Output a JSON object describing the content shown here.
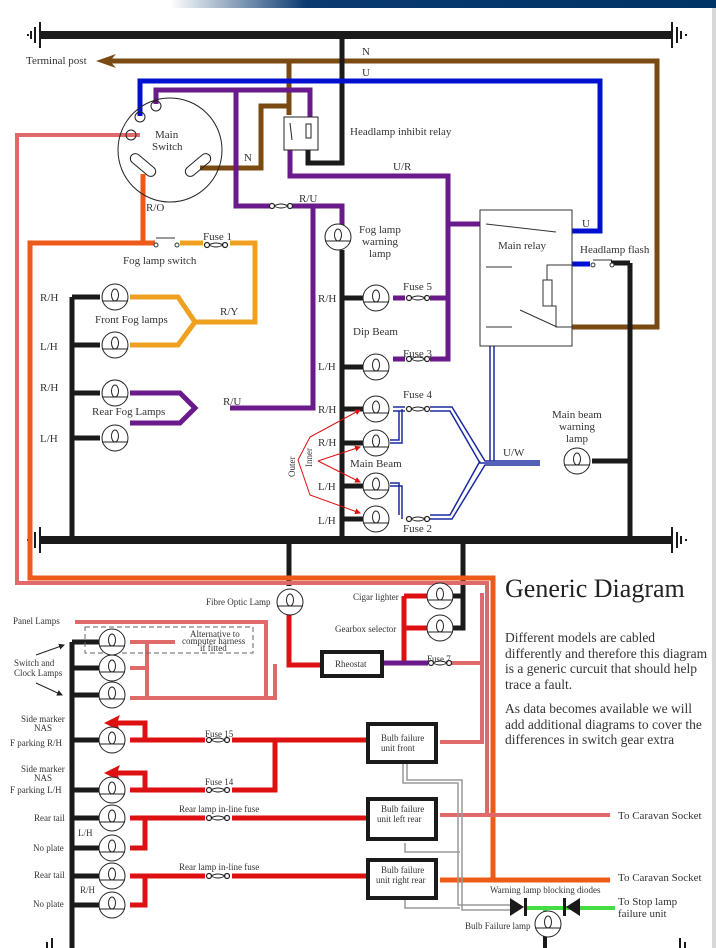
{
  "document": {
    "title": "Generic Diagram",
    "paragraphs": [
      "Different models are cabled differently and therefore this diagram is a generic curcuit that should help trace a fault.",
      "As data becomes available we will add additional diagrams to cover the differences in switch gear extra"
    ]
  },
  "wire_colors": {
    "earth": "#1a1a1a",
    "brown_N": "#7a4a12",
    "blue_U": "#0010d0",
    "purple_RU": "#6a1a8a",
    "orange_RO": "#ee5a1a",
    "orange_RY": "#f0a020",
    "red_R": "#dd1111",
    "pink_RW": "#e06a6a",
    "blue_white_UW": "#1a2aa0",
    "green_G": "#44dd44",
    "grey": "#888888"
  },
  "labels": {
    "terminal_post": "Terminal post",
    "wire_N_top": "N",
    "wire_U_top": "U",
    "main_switch": [
      "Main",
      "Switch"
    ],
    "wire_N_switch": "N",
    "headlamp_inhibit_relay": "Headlamp inhibit relay",
    "wire_UR": "U/R",
    "wire_RU_top": "R/U",
    "wire_RO": "R/O",
    "fuse_1": "Fuse 1",
    "fog_lamp_switch": "Fog lamp switch",
    "fog_lamp_warning_lamp": [
      "Fog lamp",
      "warning",
      "lamp"
    ],
    "main_relay": "Main relay",
    "wire_U_relay": "U",
    "headlamp_flash": "Headlamp flash",
    "front_fog_lamps": "Front Fog lamps",
    "wire_RY": "R/Y",
    "rear_fog_lamps": "Rear Fog Lamps",
    "wire_RU_rear": "R/U",
    "rh": "R/H",
    "lh": "L/H",
    "fuse_5": "Fuse 5",
    "dip_beam": "Dip Beam",
    "fuse_3": "Fuse 3",
    "fuse_4": "Fuse 4",
    "main_beam": "Main Beam",
    "fuse_2": "Fuse 2",
    "outer": "Outer",
    "inner": "Inner",
    "wire_UW": "U/W",
    "main_beam_warning_lamp": [
      "Main beam",
      "warning",
      "lamp"
    ],
    "fibre_optic_lamp": "Fibre Optic Lamp",
    "cigar_lighter": "Cigar lighter",
    "gearbox_selector": "Gearbox selector",
    "rheostat": "Rheostat",
    "fuse_7": "Fuse 7",
    "panel_lamps": "Panel Lamps",
    "alternative_note": [
      "Alternative to",
      "computer harness",
      "if fitted"
    ],
    "switch_clock_lamps": [
      "Switch and",
      "Clock Lamps"
    ],
    "side_marker_nas": [
      "Side marker",
      "NAS"
    ],
    "f_parking_rh": "F parking R/H",
    "f_parking_lh": "F parking L/H",
    "fuse_15": "Fuse 15",
    "fuse_14": "Fuse 14",
    "bulb_failure_front": [
      "Bulb failure",
      "unit front"
    ],
    "bulb_failure_left_rear": [
      "Bulb failure",
      "unit left rear"
    ],
    "bulb_failure_right_rear": [
      "Bulb failure",
      "unit right rear"
    ],
    "rear_tail": "Rear tail",
    "no_plate": "No plate",
    "rear_lamp_inline_fuse": "Rear lamp in-line fuse",
    "to_caravan_socket": "To Caravan Socket",
    "warning_lamp_blocking_diodes": "Warning lamp blocking diodes",
    "to_stop_lamp": [
      "To Stop lamp",
      "failure unit"
    ],
    "bulb_failure_lamp": "Bulb Failure lamp"
  }
}
